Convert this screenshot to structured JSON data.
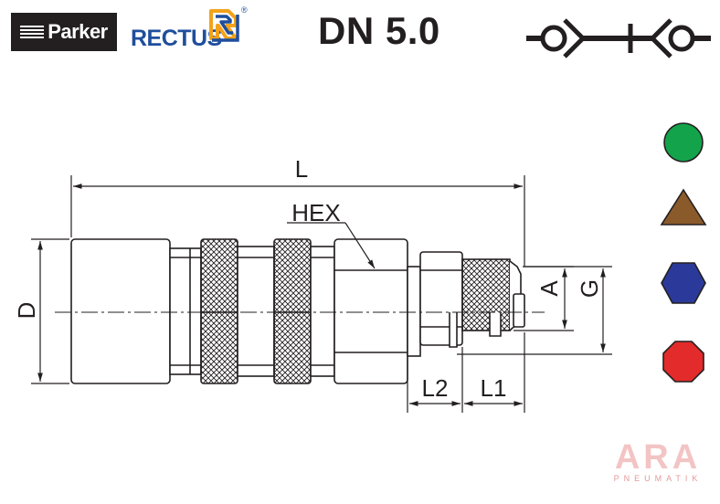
{
  "header": {
    "parker_logo": "Parker",
    "rectus_logo": "RECTUS",
    "rectus_reg": "®",
    "title": "DN 5.0"
  },
  "dimensions": {
    "L": "L",
    "HEX": "HEX",
    "D": "D",
    "A": "A",
    "G": "G",
    "L1": "L1",
    "L2": "L2"
  },
  "symbols": [
    {
      "shape": "circle",
      "color": "#13a44b"
    },
    {
      "shape": "triangle",
      "color": "#8b5a2b"
    },
    {
      "shape": "hexagon",
      "color": "#2b3a9a"
    },
    {
      "shape": "octagon",
      "color": "#e32b2b"
    }
  ],
  "watermark": {
    "main": "ARA",
    "sub": "PNEUMATIK"
  }
}
